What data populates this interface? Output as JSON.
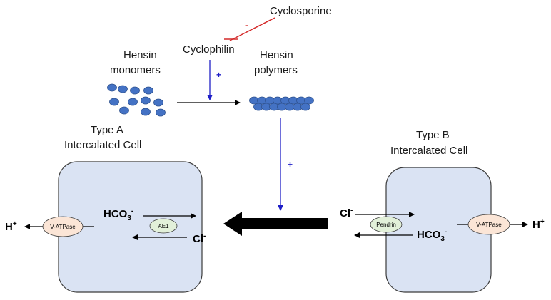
{
  "labels": {
    "cyclosporine": "Cyclosporine",
    "inhibit_sign": "-",
    "cyclophilin": "Cyclophilin",
    "hensin_monomers_line1": "Hensin",
    "hensin_monomers_line2": "monomers",
    "hensin_polymers_line1": "Hensin",
    "hensin_polymers_line2": "polymers",
    "plus_cyclophilin": "+",
    "plus_polymers": "+",
    "type_a_line1": "Type A",
    "type_a_line2": "Intercalated Cell",
    "type_b_line1": "Type B",
    "type_b_line2": "Intercalated Cell"
  },
  "type_a_cell": {
    "vatpase_label": "V-ATPase",
    "h_ion": "H",
    "h_charge": "+",
    "hco3_base": "HCO",
    "hco3_sub": "3",
    "hco3_charge": "-",
    "ae1_label": "AE1",
    "cl_ion": "Cl",
    "cl_charge": "-"
  },
  "type_b_cell": {
    "cl_ion": "Cl",
    "cl_charge": "-",
    "pendrin_label": "Pendrin",
    "hco3_base": "HCO",
    "hco3_sub": "3",
    "hco3_charge": "-",
    "vatpase_label": "V-ATPase",
    "h_ion": "H",
    "h_charge": "+"
  },
  "colors": {
    "inhibit": "#d42a2a",
    "activate": "#1f1fc7",
    "hensin": "#4472c4",
    "hensin_stroke": "#2f528f",
    "cell_fill": "#dae3f3",
    "cell_stroke": "#3b3b3b",
    "transporter_fill": "#fbe5d6",
    "ae1_fill": "#e2f0d9"
  }
}
